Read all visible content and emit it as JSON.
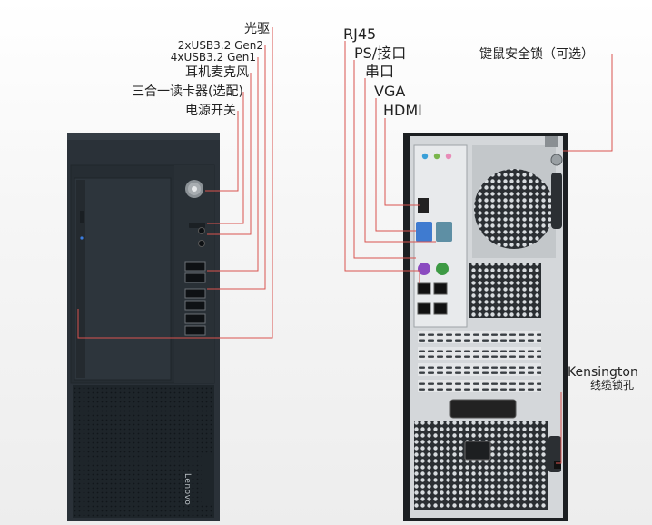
{
  "front_labels": [
    {
      "id": "optical-drive",
      "text": "光驱"
    },
    {
      "id": "usb-gen2",
      "text": "2xUSB3.2 Gen2"
    },
    {
      "id": "usb-gen1",
      "text": "4xUSB3.2 Gen1"
    },
    {
      "id": "headset-mic",
      "text": "耳机麦克风"
    },
    {
      "id": "card-reader",
      "text": "三合一读卡器(选配)"
    },
    {
      "id": "power-switch",
      "text": "电源开关"
    }
  ],
  "rear_labels": [
    {
      "id": "rj45",
      "text": "RJ45"
    },
    {
      "id": "ps2",
      "text": "PS/接口"
    },
    {
      "id": "serial",
      "text": "串口"
    },
    {
      "id": "vga",
      "text": "VGA"
    },
    {
      "id": "hdmi",
      "text": "HDMI"
    }
  ],
  "right_labels": {
    "keyboard_lock": "键鼠安全锁（可选）",
    "kensington_line1": "Kensington",
    "kensington_line2": "线缆锁孔"
  },
  "brand_logo": "Lenovo",
  "colors": {
    "leader_line": "#d9534f",
    "chassis": "#2a3138",
    "chassis_dark": "#1c2227",
    "rear_metal": "#c9cdd0"
  }
}
